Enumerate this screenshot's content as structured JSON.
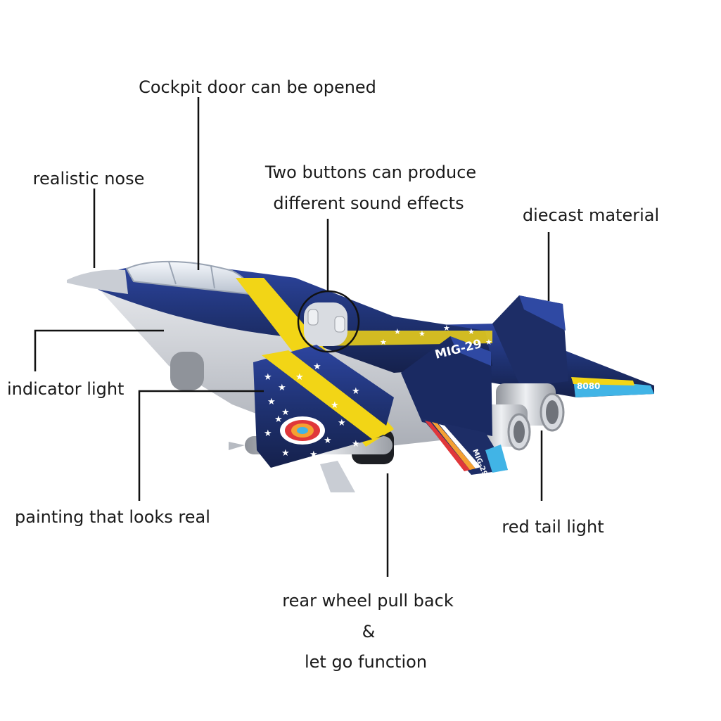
{
  "annotations": {
    "cockpit": "Cockpit door can be opened",
    "nose": "realistic nose",
    "buttons_line1": "Two buttons can produce",
    "buttons_line2": "different sound effects",
    "material": "diecast material",
    "indicator": "indicator light",
    "painting": "painting that looks real",
    "tail_light": "red tail light",
    "pullback_line1": "rear wheel pull back",
    "pullback_line2": "&",
    "pullback_line3": "let go function"
  },
  "model": {
    "tail_text": "MIG-29",
    "fin_text": "MIG-29",
    "stab_text": "8080"
  },
  "colors": {
    "body_navy": "#1f3272",
    "accent_yellow": "#f2d516",
    "nose_grey": "#c9cdd4",
    "fin_blue": "#41b4e6",
    "roundel_red": "#e0373a",
    "roundel_orange": "#f5a032"
  }
}
